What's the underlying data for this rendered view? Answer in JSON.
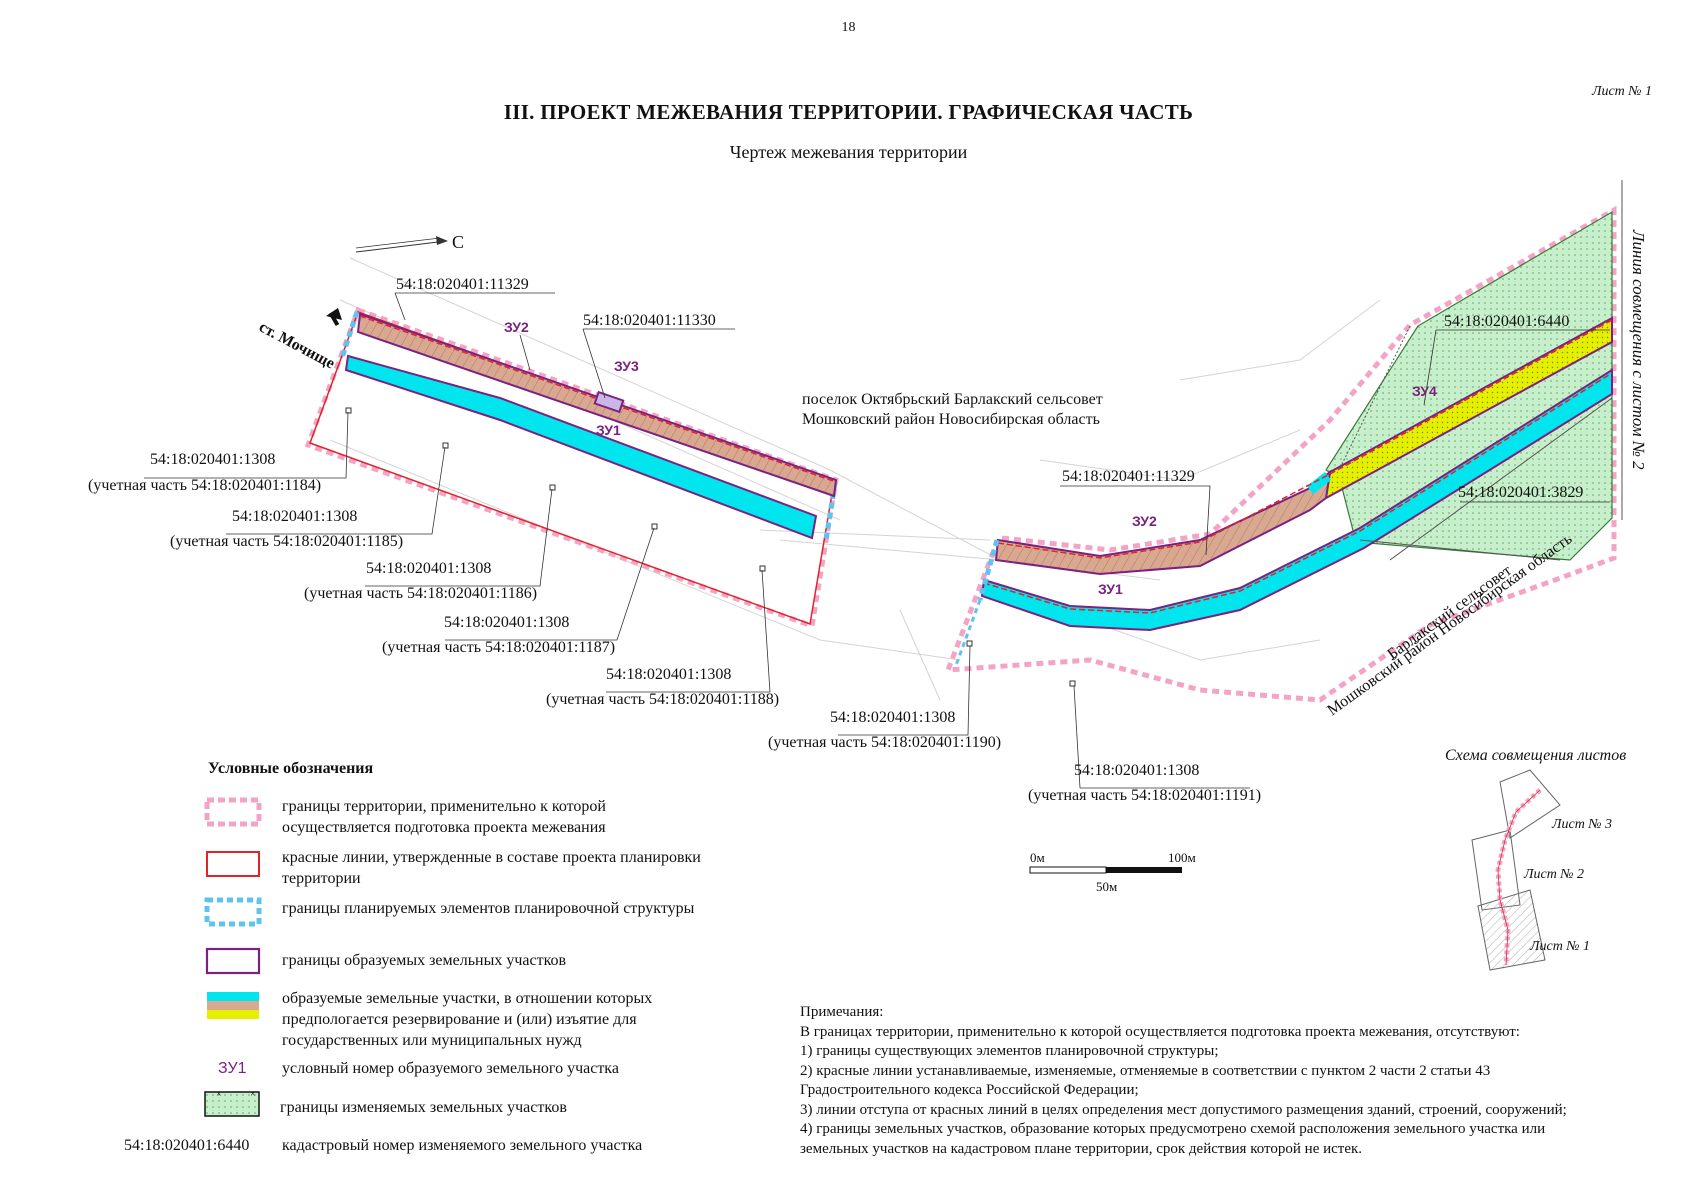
{
  "page": {
    "number": "18",
    "sheet_label": "Лист № 1",
    "title": "III. ПРОЕКТ МЕЖЕВАНИЯ ТЕРРИТОРИИ. ГРАФИЧЕСКАЯ ЧАСТЬ",
    "subtitle": "Чертеж межевания территории"
  },
  "map": {
    "north_label": "С",
    "station_label": "ст. Мочище",
    "settlement_label_line1": "поселок Октябрьский Барлакский сельсовет",
    "settlement_label_line2": "Мошковский район Новосибирская область",
    "district_label_line1": "Барлакский сельсовет",
    "district_label_line2": "Мошковский район Новосибирская область",
    "sheet_join_label": "Линия совмещения с листом № 2",
    "colors": {
      "red_line": "#e0242a",
      "boundary_pink": "#f4a3c7",
      "planning_blue": "#5ec4ef",
      "parcel_purple": "#7b2180",
      "cyan_fill": "#00e5ee",
      "brown_fill": "#d9a890",
      "yellow_fill": "#e5f000",
      "green_fill": "#c8efcb"
    },
    "plots": {
      "zu1_a": "ЗУ1",
      "zu2_a": "ЗУ2",
      "zu3": "ЗУ3",
      "zu1_b": "ЗУ1",
      "zu2_b": "ЗУ2",
      "zu4": "ЗУ4"
    },
    "cadastral": {
      "c11329_a": "54:18:020401:11329",
      "c11330": "54:18:020401:11330",
      "c6440": "54:18:020401:6440",
      "c3829": "54:18:020401:3829",
      "c11329_b": "54:18:020401:11329",
      "p1184_num": "54:18:020401:1308",
      "p1184_part": "(учетная часть 54:18:020401:1184)",
      "p1185_num": "54:18:020401:1308",
      "p1185_part": "(учетная часть 54:18:020401:1185)",
      "p1186_num": "54:18:020401:1308",
      "p1186_part": "(учетная часть 54:18:020401:1186)",
      "p1187_num": "54:18:020401:1308",
      "p1187_part": "(учетная часть 54:18:020401:1187)",
      "p1188_num": "54:18:020401:1308",
      "p1188_part": "(учетная часть 54:18:020401:1188)",
      "p1190_num": "54:18:020401:1308",
      "p1190_part": "(учетная часть 54:18:020401:1190)",
      "p1191_num": "54:18:020401:1308",
      "p1191_part": "(учетная часть 54:18:020401:1191)"
    },
    "scale": {
      "zero": "0м",
      "mid": "50м",
      "end": "100м"
    }
  },
  "legend": {
    "title": "Условные обозначения",
    "items": [
      {
        "text": "границы территории, применительно к которой осуществляется подготовка проекта межевания"
      },
      {
        "text": "красные линии, утвержденные в составе проекта планировки территории"
      },
      {
        "text": "границы планируемых элементов планировочной структуры"
      },
      {
        "text": "границы образуемых земельных участков"
      },
      {
        "text": "образуемые земельные участки, в отношении которых предпологается резервирование и (или) изъятие для государственных или муниципальных нужд"
      },
      {
        "text": "условный номер образуемого земельного участка",
        "symbol": "ЗУ1"
      },
      {
        "text": "границы изменяемых земельных участков"
      },
      {
        "text": "кадастровый номер изменяемого земельного участка",
        "symbol": "54:18:020401:6440"
      }
    ]
  },
  "scheme": {
    "title": "Схема совмещения листов",
    "sheet1": "Лист № 1",
    "sheet2": "Лист № 2",
    "sheet3": "Лист № 3"
  },
  "notes": {
    "heading": "Примечания:",
    "lines": [
      "В границах территории, применительно к которой осуществляется подготовка проекта межевания, отсутствуют:",
      "1) границы существующих элементов планировочной структуры;",
      "2) красные линии устанавливаемые, изменяемые, отменяемые в соответствии с пунктом 2 части 2 статьи 43",
      "Градостроительного кодекса Российской Федерации;",
      "3) линии отступа от красных линий в целях определения мест допустимого размещения зданий, строений, сооружений;",
      "4) границы земельных участков, образование которых предусмотрено схемой расположения земельного участка или",
      "земельных участков на кадастровом плане территории, срок действия которой не истек."
    ]
  }
}
